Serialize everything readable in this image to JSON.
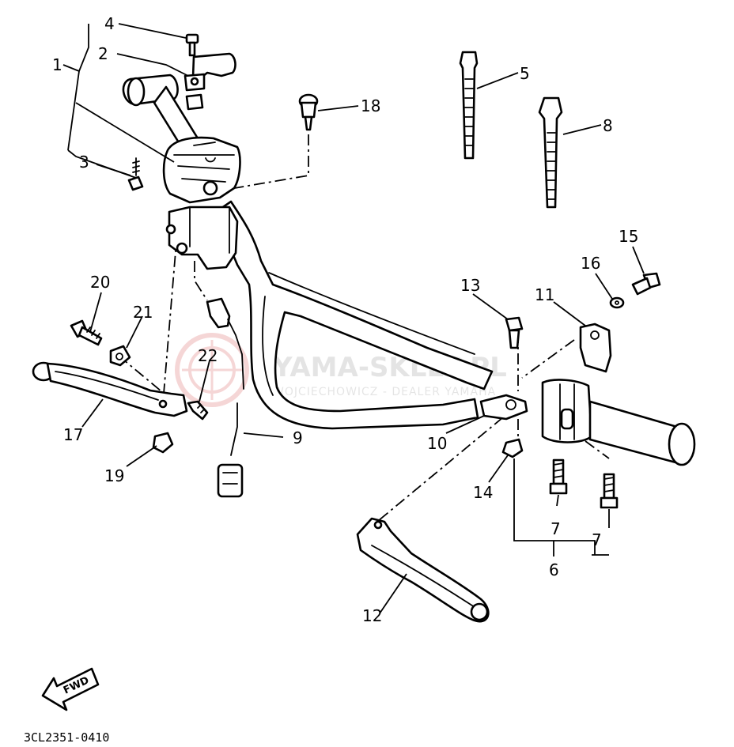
{
  "callouts": {
    "c1": "1",
    "c2": "2",
    "c3": "3",
    "c4": "4",
    "c5": "5",
    "c6": "6",
    "c7a": "7",
    "c7b": "7",
    "c8": "8",
    "c9": "9",
    "c10": "10",
    "c11": "11",
    "c12": "12",
    "c13": "13",
    "c14": "14",
    "c15": "15",
    "c16": "16",
    "c17": "17",
    "c18": "18",
    "c19": "19",
    "c20": "20",
    "c21": "21",
    "c22": "22"
  },
  "watermark": {
    "title": "YAMA-SKLEP.PL",
    "subtitle": "WOJCIECHOWICZ - DEALER YAMAHA"
  },
  "fwd_label": "FWD",
  "diagram_code": "3CL2351-0410",
  "colors": {
    "ink": "#000000",
    "paper": "#ffffff",
    "watermark": "#cc2222"
  }
}
